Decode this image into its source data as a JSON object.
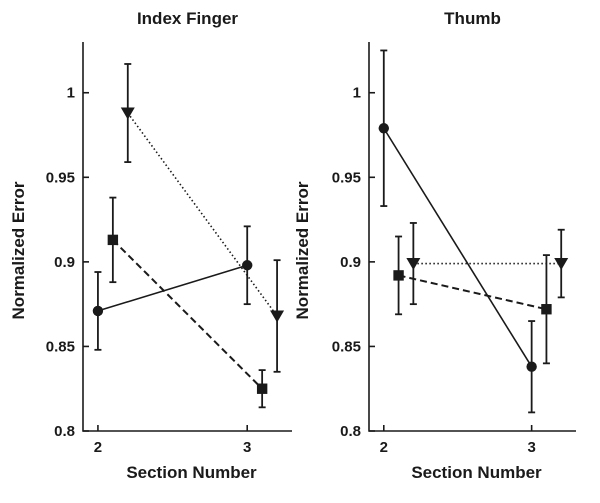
{
  "chart_data": [
    {
      "type": "line",
      "title": "Index Finger",
      "xlabel": "Section Number",
      "ylabel": "Normalized Error",
      "xlim": [
        1.9,
        3.3
      ],
      "ylim": [
        0.8,
        1.03
      ],
      "xticks": [
        2,
        3
      ],
      "yticks": [
        0.8,
        0.85,
        0.9,
        0.95,
        1
      ],
      "ytick_labels": [
        "0.8",
        "0.85",
        "0.9",
        "0.95",
        "1"
      ],
      "grid": false,
      "series": [
        {
          "marker": "circle",
          "line": "solid",
          "x": [
            2,
            3
          ],
          "y": [
            0.871,
            0.898
          ],
          "err": [
            0.023,
            0.023
          ]
        },
        {
          "marker": "square",
          "line": "dashed",
          "x": [
            2.1,
            3.1
          ],
          "y": [
            0.913,
            0.825
          ],
          "err": [
            0.025,
            0.011
          ]
        },
        {
          "marker": "triangle-down",
          "line": "dotted",
          "x": [
            2.2,
            3.2
          ],
          "y": [
            0.988,
            0.868
          ],
          "err": [
            0.029,
            0.033
          ]
        }
      ]
    },
    {
      "type": "line",
      "title": "Thumb",
      "xlabel": "Section Number",
      "ylabel": "Normalized Error",
      "xlim": [
        1.9,
        3.3
      ],
      "ylim": [
        0.8,
        1.03
      ],
      "xticks": [
        2,
        3
      ],
      "yticks": [
        0.8,
        0.85,
        0.9,
        0.95,
        1
      ],
      "ytick_labels": [
        "0.8",
        "0.85",
        "0.9",
        "0.95",
        "1"
      ],
      "grid": false,
      "series": [
        {
          "marker": "circle",
          "line": "solid",
          "x": [
            2,
            3
          ],
          "y": [
            0.979,
            0.838
          ],
          "err": [
            0.046,
            0.027
          ]
        },
        {
          "marker": "square",
          "line": "dashed",
          "x": [
            2.1,
            3.1
          ],
          "y": [
            0.892,
            0.872
          ],
          "err": [
            0.023,
            0.032
          ]
        },
        {
          "marker": "triangle-down",
          "line": "dotted",
          "x": [
            2.2,
            3.2
          ],
          "y": [
            0.899,
            0.899
          ],
          "err": [
            0.024,
            0.02
          ]
        }
      ]
    }
  ]
}
